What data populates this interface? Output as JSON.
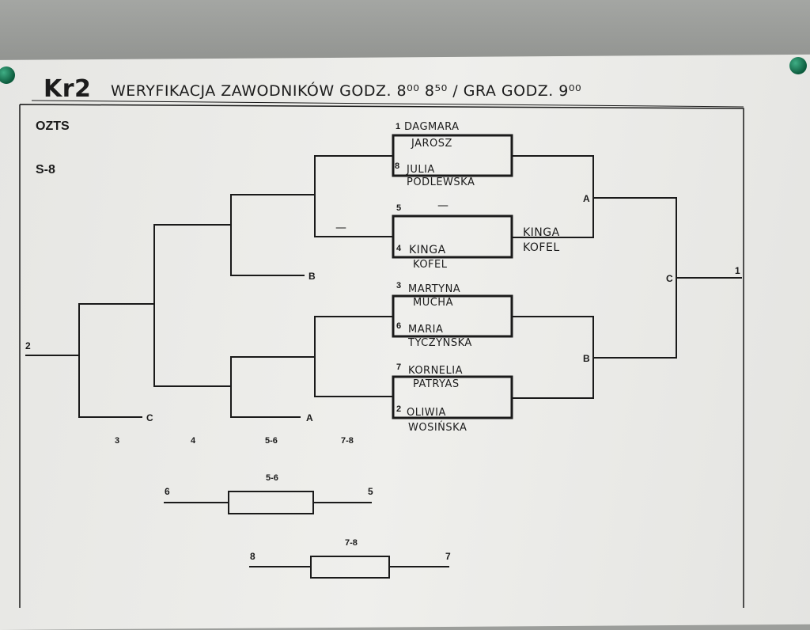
{
  "header": {
    "court": "Kr2",
    "text": "WERYFIKACJA ZAWODNIKÓW GODZ. 8⁰⁰ 8⁵⁰ / GRA GODZ. 9⁰⁰"
  },
  "sheet": {
    "org": "OZTS",
    "category": "S-8"
  },
  "quarterfinals": [
    {
      "top": {
        "seed": "1",
        "first": "DAGMARA",
        "last": "JAROSZ"
      },
      "bottom": {
        "seed": "8",
        "first": "JULIA",
        "last": "PODLEWSKA"
      }
    },
    {
      "top": {
        "seed": "5",
        "first": "—",
        "last": ""
      },
      "bottom": {
        "seed": "4",
        "first": "KINGA",
        "last": "KOFEL"
      }
    },
    {
      "top": {
        "seed": "3",
        "first": "MARTYNA",
        "last": "MUCHA"
      },
      "bottom": {
        "seed": "6",
        "first": "MARIA",
        "last": "TYCZYŃSKA"
      }
    },
    {
      "top": {
        "seed": "7",
        "first": "KORNELIA",
        "last": "PATRYAS"
      },
      "bottom": {
        "seed": "2",
        "first": "OLIWIA",
        "last": "WOSIŃSKA"
      }
    }
  ],
  "winners": {
    "A_first": "KINGA",
    "A_last": "KOFEL"
  },
  "consolation_dash": "—",
  "labels": {
    "A": "A",
    "B": "B",
    "C": "C",
    "first_place": "1",
    "second_place": "2"
  },
  "place_columns": [
    "3",
    "4",
    "5-6",
    "7-8"
  ],
  "playoffs": [
    {
      "title": "5-6",
      "left": "6",
      "right": "5"
    },
    {
      "title": "7-8",
      "left": "8",
      "right": "7"
    }
  ],
  "colors": {
    "paper": "#ececea",
    "ink": "#1a1a1a",
    "pin": "#1f8a5e"
  }
}
